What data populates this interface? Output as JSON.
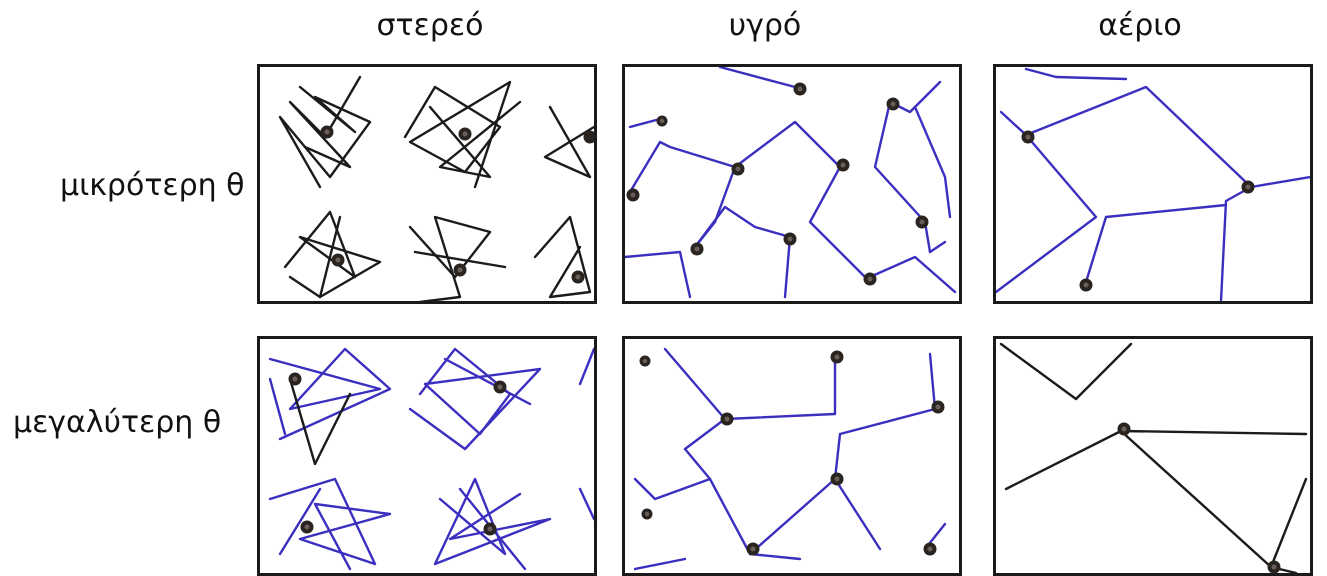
{
  "columns": {
    "solid": "στερεό",
    "liquid": "υγρό",
    "gas": "αέριο"
  },
  "rows": {
    "lower": "μικρότερη θ",
    "higher": "μεγαλύτερη θ"
  },
  "colors": {
    "frame": "#1a1a1a",
    "path_black": "#1b1b1b",
    "path_blue": "#3b2fc0",
    "particle": "#2a2420"
  }
}
